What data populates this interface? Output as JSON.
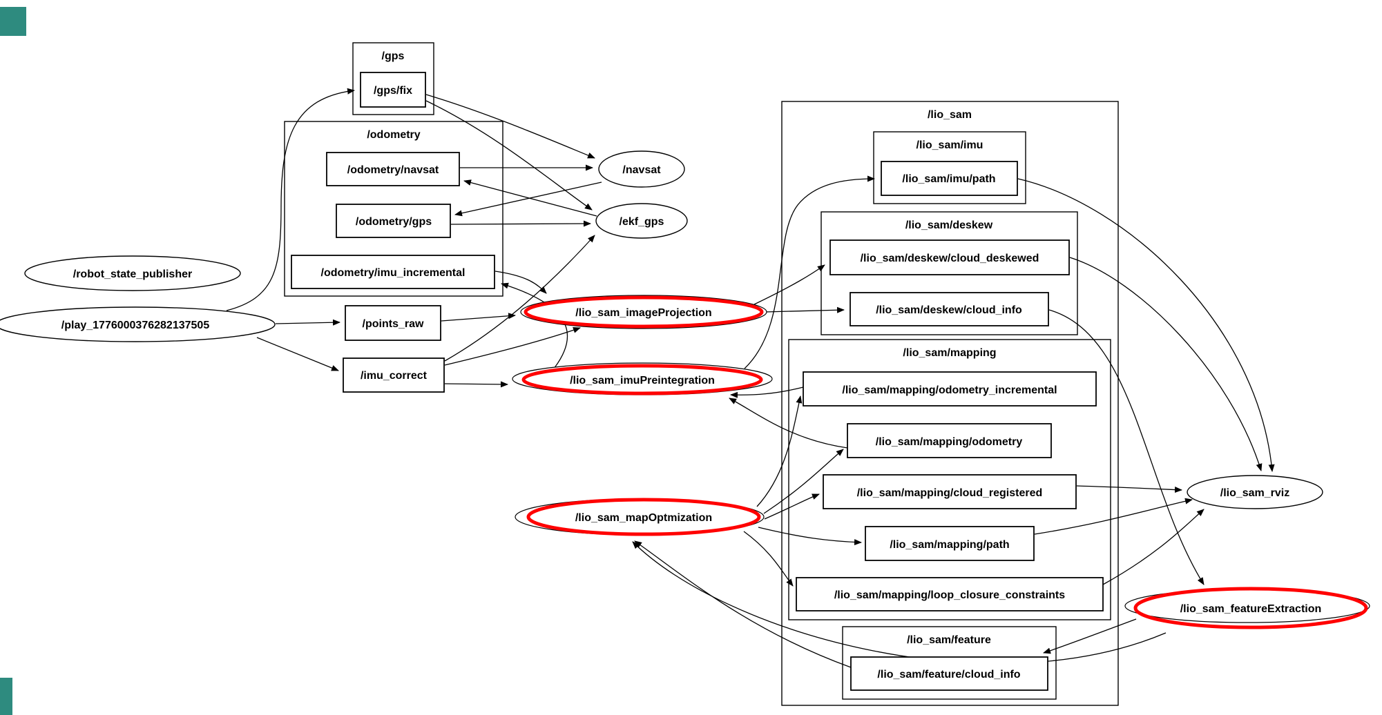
{
  "colors": {
    "highlight": "#ff0000",
    "line": "#000000",
    "background": "#ffffff",
    "corner_mark": "#2e8b7f"
  },
  "clusters": {
    "gps": "/gps",
    "odometry": "/odometry",
    "lio_sam": "/lio_sam",
    "lio_sam_imu": "/lio_sam/imu",
    "lio_sam_deskew": "/lio_sam/deskew",
    "lio_sam_mapping": "/lio_sam/mapping",
    "lio_sam_feature": "/lio_sam/feature"
  },
  "topics": {
    "gps_fix": "/gps/fix",
    "odometry_navsat": "/odometry/navsat",
    "odometry_gps": "/odometry/gps",
    "odometry_imu_incremental": "/odometry/imu_incremental",
    "points_raw": "/points_raw",
    "imu_correct": "/imu_correct",
    "imu_path": "/lio_sam/imu/path",
    "cloud_deskewed": "/lio_sam/deskew/cloud_deskewed",
    "deskew_cloud_info": "/lio_sam/deskew/cloud_info",
    "mapping_odometry_incremental": "/lio_sam/mapping/odometry_incremental",
    "mapping_odometry": "/lio_sam/mapping/odometry",
    "cloud_registered": "/lio_sam/mapping/cloud_registered",
    "mapping_path": "/lio_sam/mapping/path",
    "loop_closure": "/lio_sam/mapping/loop_closure_constraints",
    "feature_cloud_info": "/lio_sam/feature/cloud_info"
  },
  "nodes": {
    "robot_state_publisher": "/robot_state_publisher",
    "play": "/play_1776000376282137505",
    "navsat": "/navsat",
    "ekf_gps": "/ekf_gps",
    "image_projection": "/lio_sam_imageProjection",
    "imu_preintegration": "/lio_sam_imuPreintegration",
    "map_optmization": "/lio_sam_mapOptmization",
    "rviz": "/lio_sam_rviz",
    "feature_extraction": "/lio_sam_featureExtraction"
  },
  "highlighted_nodes": [
    "/lio_sam_imageProjection",
    "/lio_sam_imuPreintegration",
    "/lio_sam_mapOptmization",
    "/lio_sam_featureExtraction"
  ]
}
